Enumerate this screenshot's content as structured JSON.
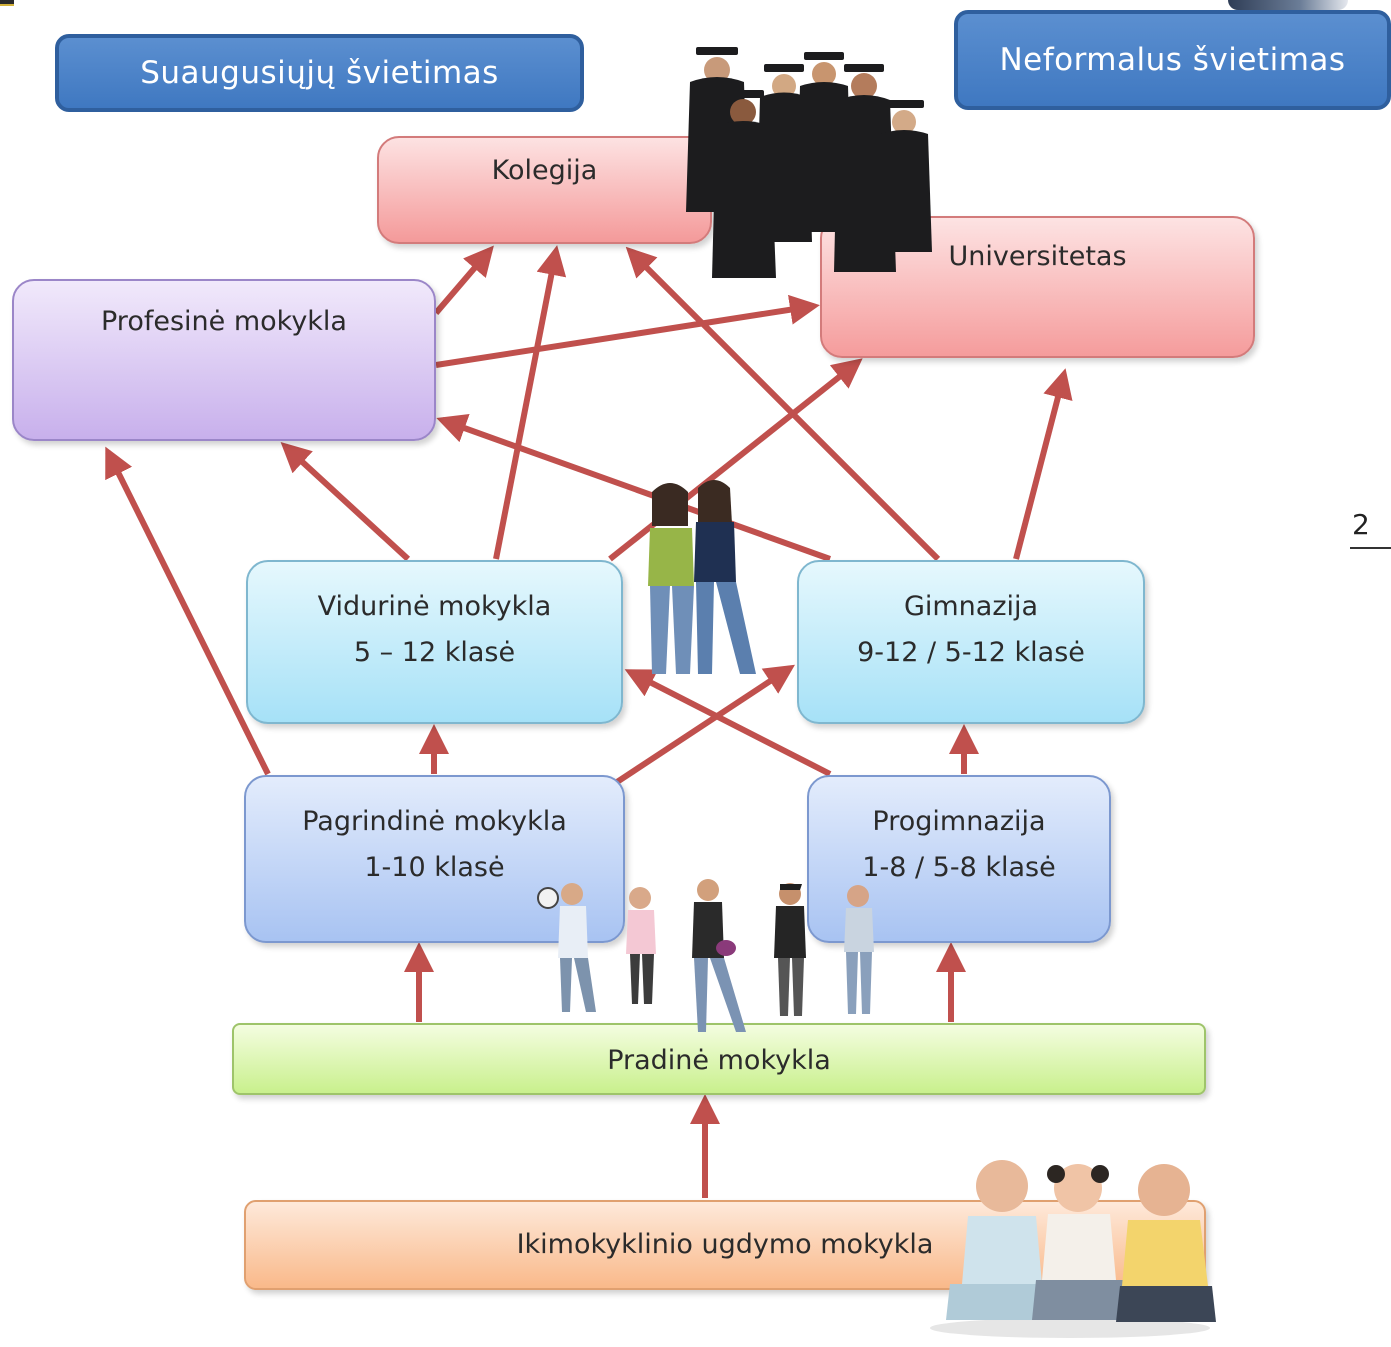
{
  "banners": {
    "adult_education": "Suaugusiųjų švietimas",
    "non_formal_education": "Neformalus švietimas"
  },
  "nodes": {
    "kolegija": "Kolegija",
    "universitetas": "Universitetas",
    "profesine": "Profesinė mokykla",
    "vidurine": {
      "line1": "Vidurinė mokykla",
      "line2": "5 – 12 klasė"
    },
    "gimnazija": {
      "line1": "Gimnazija",
      "line2": "9-12 / 5-12 klasė"
    },
    "pagrindine": {
      "line1": "Pagrindinė mokykla",
      "line2": "1-10 klasė"
    },
    "progimnazija": {
      "line1": "Progimnazija",
      "line2": "1-8 / 5-8 klasė"
    },
    "pradine": "Pradinė mokykla",
    "ikimokyklinio": "Ikimokyklinio ugdymo mokykla"
  },
  "page_number": "2",
  "colors": {
    "arrow": "#c0504d",
    "banner": "#4f81bd",
    "higher_education": "#f4a3a3",
    "vocational": "#cdb7ee",
    "secondary": "#aee3f7",
    "basic": "#b0c9f2",
    "primary": "#cdf093",
    "preschool": "#f9bd90"
  },
  "illustrations": [
    "graduates-photo",
    "teen-girls-photo",
    "children-photo",
    "babies-photo"
  ]
}
